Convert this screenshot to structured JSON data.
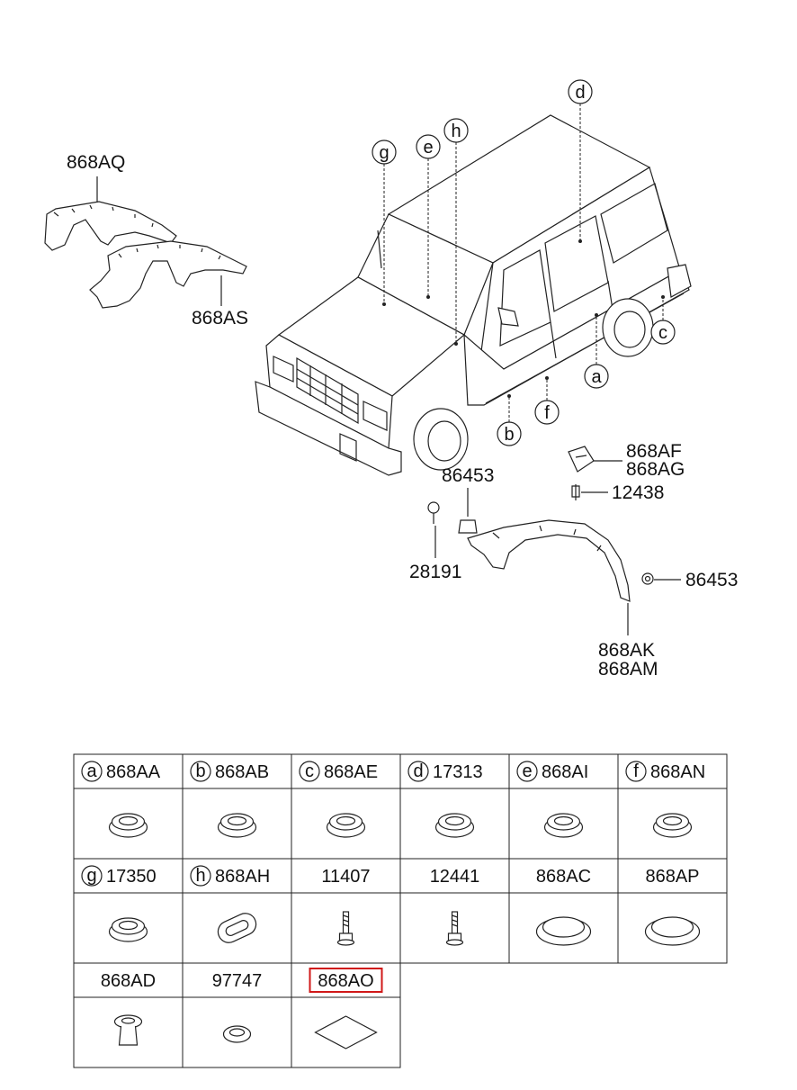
{
  "callout_letters": [
    "a",
    "b",
    "c",
    "d",
    "e",
    "f",
    "g",
    "h"
  ],
  "labels": {
    "p868AQ": "868AQ",
    "p868AS": "868AS",
    "p868AF": "868AF",
    "p868AG": "868AG",
    "p12438": "12438",
    "p86453_top": "86453",
    "p28191": "28191",
    "p86453_right": "86453",
    "p868AK": "868AK",
    "p868AM": "868AM"
  },
  "table": {
    "rows": [
      [
        {
          "letter": "a",
          "code": "868AA",
          "icon": "grommet-icon"
        },
        {
          "letter": "b",
          "code": "868AB",
          "icon": "grommet-icon"
        },
        {
          "letter": "c",
          "code": "868AE",
          "icon": "grommet-icon"
        },
        {
          "letter": "d",
          "code": "17313",
          "icon": "grommet-icon"
        },
        {
          "letter": "e",
          "code": "868AI",
          "icon": "grommet-icon"
        },
        {
          "letter": "f",
          "code": "868AN",
          "icon": "grommet-icon"
        }
      ],
      [
        {
          "letter": "g",
          "code": "17350",
          "icon": "grommet-icon"
        },
        {
          "letter": "h",
          "code": "868AH",
          "icon": "oval-grommet-icon"
        },
        {
          "letter": "",
          "code": "11407",
          "icon": "bolt-icon"
        },
        {
          "letter": "",
          "code": "12441",
          "icon": "bolt-icon"
        },
        {
          "letter": "",
          "code": "868AC",
          "icon": "flat-plug-icon"
        },
        {
          "letter": "",
          "code": "868AP",
          "icon": "flat-plug-icon"
        }
      ],
      [
        {
          "letter": "",
          "code": "868AD",
          "icon": "clip-icon"
        },
        {
          "letter": "",
          "code": "97747",
          "icon": "small-ring-icon"
        },
        {
          "letter": "",
          "code": "868AO",
          "icon": "pad-icon",
          "highlighted": true
        }
      ]
    ]
  },
  "colors": {
    "highlight": "#d01818",
    "line": "#222222"
  }
}
